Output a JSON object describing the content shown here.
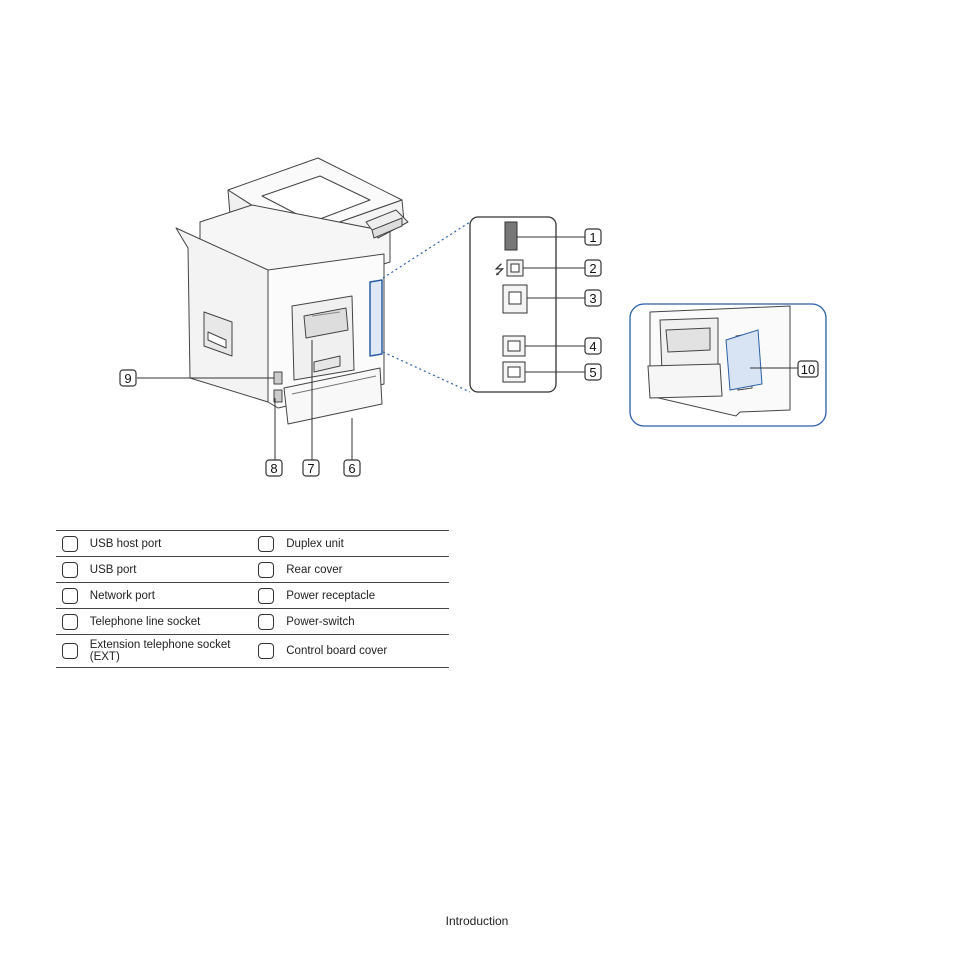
{
  "callouts": {
    "c1": "1",
    "c2": "2",
    "c3": "3",
    "c4": "4",
    "c5": "5",
    "c6": "6",
    "c7": "7",
    "c8": "8",
    "c9": "9",
    "c10": "10"
  },
  "legend": {
    "rows": [
      {
        "left": "USB host port",
        "right": "Duplex unit"
      },
      {
        "left": "USB port",
        "right": "Rear cover"
      },
      {
        "left": "Network port",
        "right": "Power receptacle"
      },
      {
        "left": "Telephone line socket",
        "right": "Power-switch"
      },
      {
        "left": "Extension telephone socket (EXT)",
        "right": "Control board cover"
      }
    ]
  },
  "footer": {
    "section": "Introduction"
  },
  "icons": {
    "usb": "usb-symbol-icon"
  },
  "colors": {
    "callout_line": "#2a5fa8",
    "inset_border": "#2a5fa8",
    "ink": "#333333"
  }
}
